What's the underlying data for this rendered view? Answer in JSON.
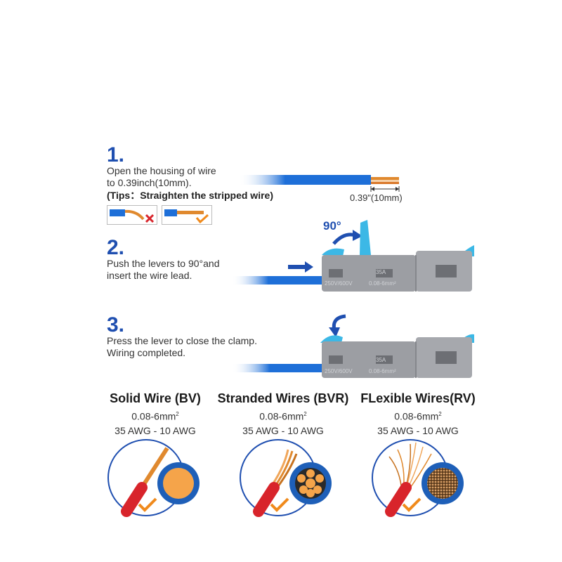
{
  "steps": [
    {
      "number": "1.",
      "lines": [
        "Open the housing of wire",
        "to 0.39inch(10mm)."
      ],
      "tip": "(Tips：Straighten the stripped wire)",
      "measurement": "0.39\"(10mm)"
    },
    {
      "number": "2.",
      "lines": [
        "Push the levers to 90°and",
        "insert the wire lead."
      ],
      "angle": "90°"
    },
    {
      "number": "3.",
      "lines": [
        "Press the lever to close the clamp.",
        "Wiring completed."
      ]
    }
  ],
  "connector": {
    "rating": "35A",
    "voltage": "250V/600V",
    "range": "0.08-6mm²"
  },
  "wire_types": [
    {
      "title": "Solid Wire (BV)",
      "size": "0.08-6mm",
      "sup": "2",
      "awg": "35 AWG - 10 AWG"
    },
    {
      "title": "Stranded Wires (BVR)",
      "size": "0.08-6mm",
      "sup": "2",
      "awg": "35 AWG - 10 AWG"
    },
    {
      "title": "FLexible Wires(RV)",
      "size": "0.08-6mm",
      "sup": "2",
      "awg": "35 AWG - 10 AWG"
    }
  ],
  "colors": {
    "accent_blue": "#1f4fb0",
    "wire_blue": "#1e6fd8",
    "lever_blue": "#3cb8e6",
    "housing_gray": "#9c9ea3",
    "copper": "#e0892e",
    "red_insulation": "#d8242b",
    "check_orange": "#f08a1c"
  }
}
